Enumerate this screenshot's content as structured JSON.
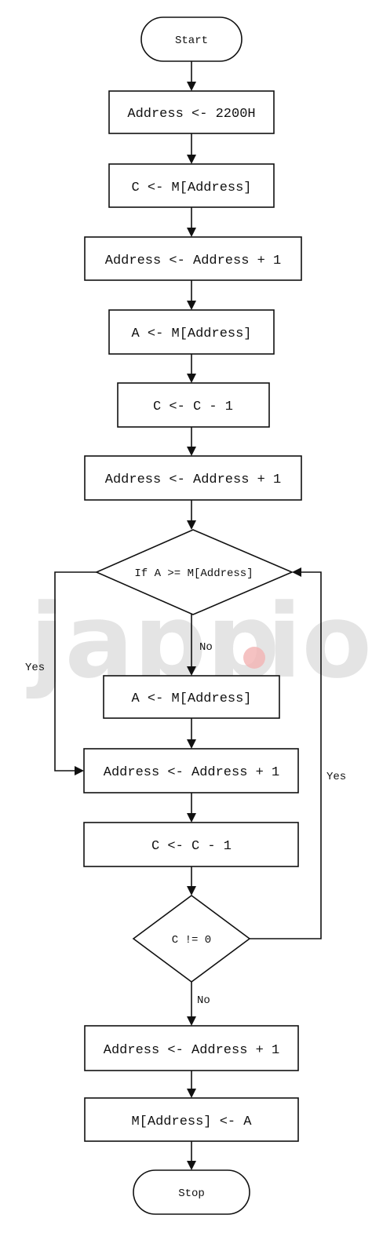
{
  "watermark": {
    "text_a": "japp",
    "text_b": "io"
  },
  "nodes": {
    "start": "Start",
    "n1": "Address <- 2200H",
    "n2": "C <- M[Address]",
    "n3": "Address <- Address + 1",
    "n4": "A <- M[Address]",
    "n5": "C <- C - 1",
    "n6": "Address <- Address + 1",
    "d1": "If A >= M[Address]",
    "n7": "A <- M[Address]",
    "n8": "Address <- Address + 1",
    "n9": "C <- C - 1",
    "d2": "C != 0",
    "n10": "Address <- Address + 1",
    "n11": "M[Address] <- A",
    "stop": "Stop"
  },
  "edge_labels": {
    "d1_no": "No",
    "d1_yes": "Yes",
    "d2_yes": "Yes",
    "d2_no": "No"
  }
}
